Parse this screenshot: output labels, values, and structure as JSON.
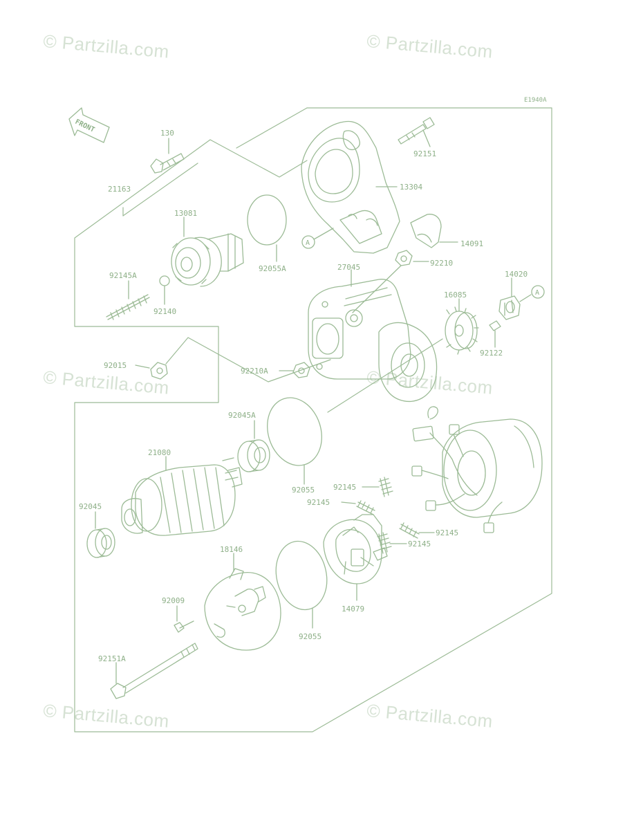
{
  "diagram_code": "E1940A",
  "front_label": "FRONT",
  "watermark": "© Partzilla.com",
  "colors": {
    "line": "#9cbb96",
    "text": "#8eb088",
    "watermark": "#d6e2d4"
  },
  "parts": {
    "p130": "130",
    "p92151": "92151",
    "p21163": "21163",
    "p13304": "13304",
    "p13081": "13081",
    "p14091": "14091",
    "p92055A": "92055A",
    "p27045": "27045",
    "p92210": "92210",
    "p92145A": "92145A",
    "p14020": "14020",
    "p16085": "16085",
    "p92140": "92140",
    "p92122": "92122",
    "p92015": "92015",
    "p92210A": "92210A",
    "p92045A": "92045A",
    "p21080": "21080",
    "p92055_mid": "92055",
    "p92145_a": "92145",
    "p92145_b": "92145",
    "p92045": "92045",
    "p92145_c": "92145",
    "p92145_d": "92145",
    "p18146": "18146",
    "p92009": "92009",
    "p14079": "14079",
    "p92055_low": "92055",
    "p92151A": "92151A"
  },
  "ref_marks": {
    "a1": "A",
    "a2": "A"
  }
}
